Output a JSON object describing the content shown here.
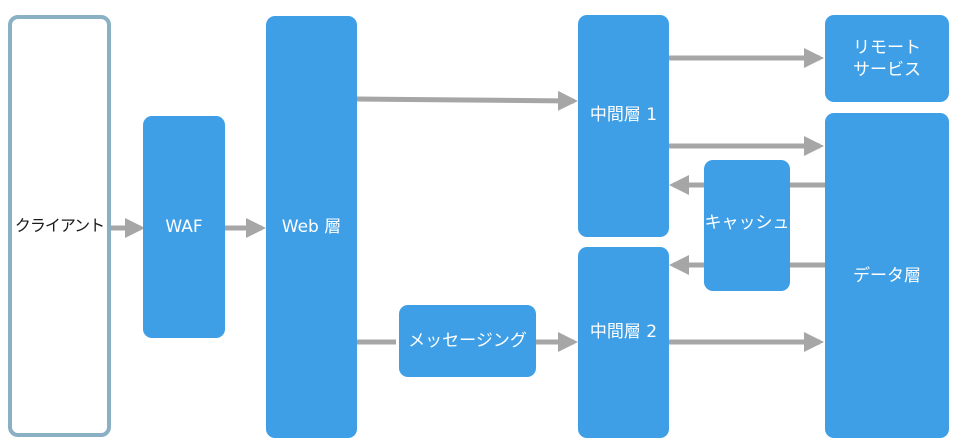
{
  "colors": {
    "box_fill": "#3e9fe6",
    "client_border": "#8ab0c4",
    "arrow": "#a6a6a6"
  },
  "nodes": {
    "client": "クライアント",
    "waf": "WAF",
    "web": "Web 層",
    "mid1": "中間層 1",
    "mid2": "中間層 2",
    "remote": "リモート\nサービス",
    "data": "データ層",
    "cache": "キャッシュ",
    "messaging": "メッセージング"
  },
  "edges": [
    {
      "from": "client",
      "to": "waf"
    },
    {
      "from": "waf",
      "to": "web"
    },
    {
      "from": "web",
      "to": "mid1"
    },
    {
      "from": "web",
      "to": "messaging"
    },
    {
      "from": "messaging",
      "to": "mid2"
    },
    {
      "from": "mid1",
      "to": "remote"
    },
    {
      "from": "mid1",
      "to": "data"
    },
    {
      "from": "mid2",
      "to": "data"
    },
    {
      "from": "data",
      "to": "mid1",
      "via": "cache"
    },
    {
      "from": "data",
      "to": "mid2",
      "via": "cache"
    }
  ]
}
